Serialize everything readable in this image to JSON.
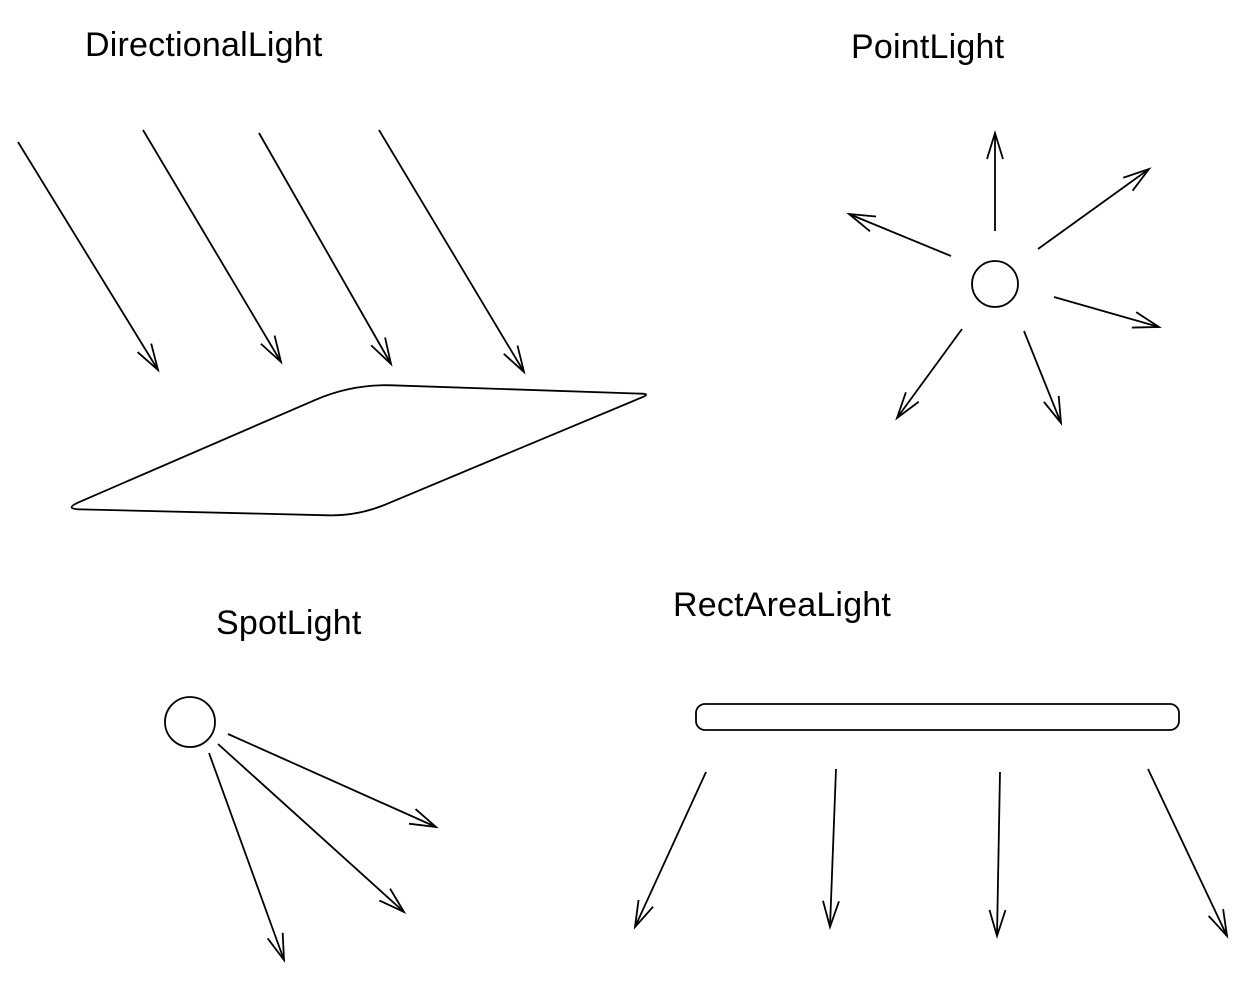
{
  "colors": {
    "ink": "#000000",
    "background": "#ffffff"
  },
  "panels": {
    "directional": {
      "label": "DirectionalLight"
    },
    "point": {
      "label": "PointLight"
    },
    "spot": {
      "label": "SpotLight"
    },
    "rect_area": {
      "label": "RectAreaLight"
    }
  }
}
